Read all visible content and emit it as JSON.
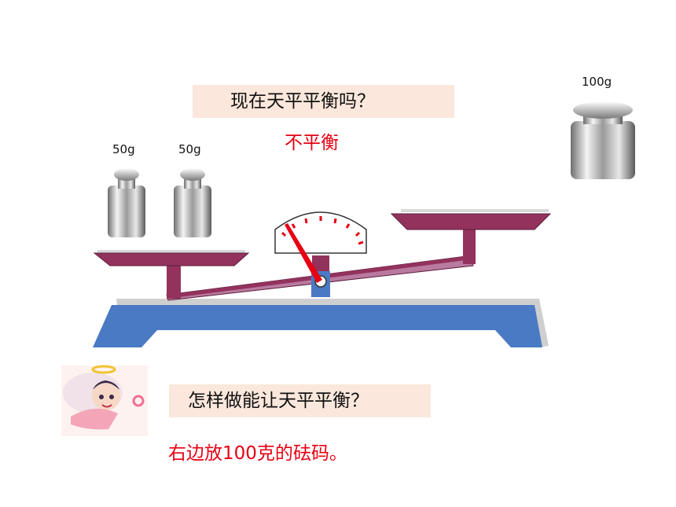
{
  "question1": "现在天平平衡吗？",
  "answer1": "不平衡",
  "question2": "怎样做能让天平平衡？",
  "answer2": "右边放100克的砝码。",
  "weights": {
    "left1": "50g",
    "left2": "50g",
    "right": "100g"
  },
  "colors": {
    "balance_base": "#4a7ac4",
    "balance_beam": "#93325d",
    "question_bg": "#fbe7dc",
    "answer_text": "#e60012"
  },
  "icons": {
    "mascot": "angel-girl-icon"
  }
}
